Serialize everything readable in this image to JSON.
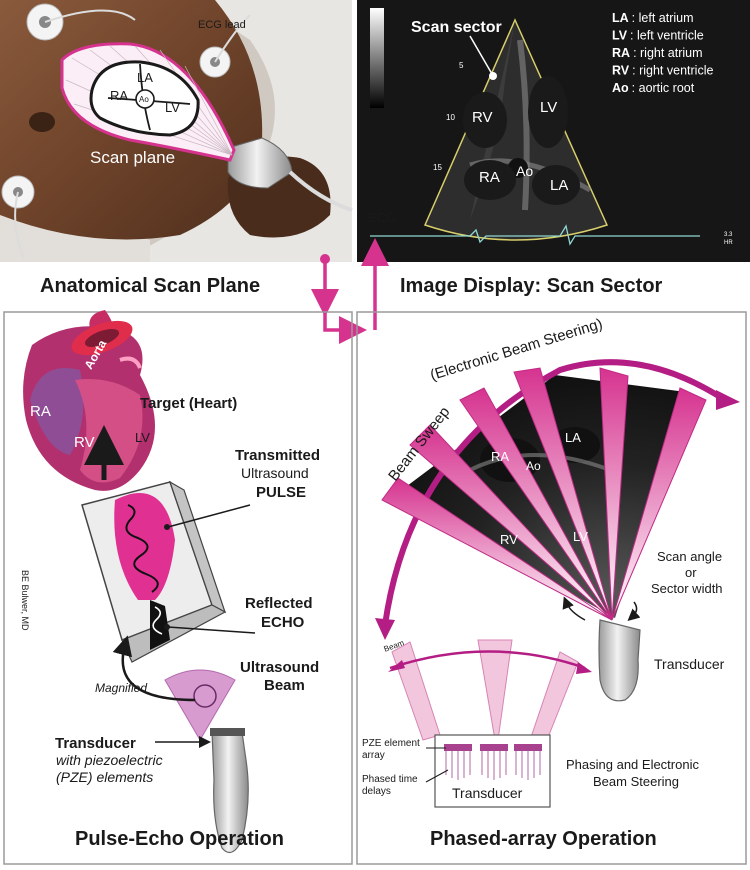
{
  "top_left": {
    "ecg_lead": "ECG lead",
    "scan_plane": "Scan plane",
    "chambers": {
      "la": "LA",
      "ra": "RA",
      "ao": "Ao",
      "lv": "LV"
    },
    "caption": "Anatomical Scan Plane"
  },
  "top_right": {
    "scan_sector": "Scan sector",
    "depth_marks": [
      "5",
      "10",
      "15"
    ],
    "legend": [
      {
        "abbr": "LA",
        "text": ": left atrium"
      },
      {
        "abbr": "LV",
        "text": ": left ventricle"
      },
      {
        "abbr": "RA",
        "text": ": right atrium"
      },
      {
        "abbr": "RV",
        "text": ": right ventricle"
      },
      {
        "abbr": "Ao",
        "text": ": aortic root"
      }
    ],
    "chambers": {
      "rv": "RV",
      "lv": "LV",
      "ra": "RA",
      "ao": "Ao",
      "la": "LA"
    },
    "ecg": "ECG",
    "corner": [
      "3.3",
      "HR"
    ],
    "caption": "Image Display: Scan Sector"
  },
  "bottom_left": {
    "aorta": "Aorta",
    "ra": "RA",
    "rv": "RV",
    "lv": "LV",
    "target": "Target (Heart)",
    "transmitted_1": "Transmitted",
    "transmitted_2": "Ultrasound",
    "transmitted_3": "PULSE",
    "reflected_1": "Reflected",
    "reflected_2": "ECHO",
    "beam_1": "Ultrasound",
    "beam_2": "Beam",
    "magnified": "Magnified",
    "transducer_1": "Transducer",
    "transducer_2": "with piezoelectric",
    "transducer_3": "(PZE) elements",
    "credit": "BE Bulwer, MD",
    "caption": "Pulse-Echo Operation"
  },
  "bottom_right": {
    "beam_steering": "(Electronic Beam Steering)",
    "beam_sweep": "Beam Sweep",
    "chambers": {
      "ra": "RA",
      "ao": "Ao",
      "la": "LA",
      "rv": "RV",
      "lv": "LV"
    },
    "scan_angle_1": "Scan angle",
    "scan_angle_2": "or",
    "scan_angle_3": "Sector width",
    "transducer": "Transducer",
    "beam": "Beam",
    "pze_1": "PZE element",
    "pze_2": "array",
    "phased_1": "Phased time",
    "phased_2": "delays",
    "transducer_box": "Transducer",
    "phasing_1": "Phasing and Electronic",
    "phasing_2": "Beam Steering",
    "caption": "Phased-array Operation"
  },
  "colors": {
    "magenta": "#d6338f",
    "pink": "#e9a6cf",
    "purple": "#9a4fa0"
  }
}
